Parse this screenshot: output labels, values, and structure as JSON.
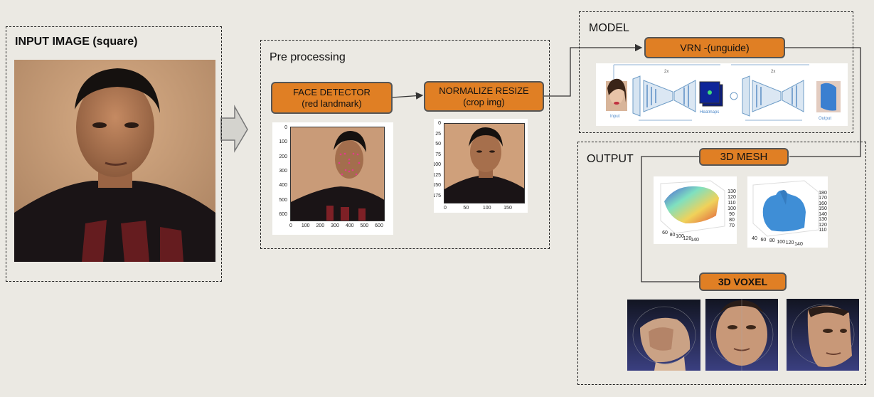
{
  "input": {
    "title": "INPUT IMAGE (square)"
  },
  "preprocessing": {
    "title": "Pre processing",
    "face_detector": {
      "line1": "FACE DETECTOR",
      "line2": "(red landmark)"
    },
    "normalize": {
      "line1": "NORMALIZE RESIZE",
      "line2": "(crop img)"
    },
    "plot1": {
      "yticks": [
        "0",
        "100",
        "200",
        "300",
        "400",
        "500",
        "600"
      ],
      "xticks": [
        "0",
        "100",
        "200",
        "300",
        "400",
        "500",
        "600"
      ]
    },
    "plot2": {
      "yticks": [
        "0",
        "25",
        "50",
        "75",
        "100",
        "125",
        "150",
        "175"
      ],
      "xticks": [
        "0",
        "50",
        "100",
        "150"
      ]
    }
  },
  "model": {
    "title": "MODEL",
    "vrn_label": "VRN -(unguide)",
    "diagram": {
      "input": "Input",
      "heatmaps": "Heatmaps",
      "output": "Output",
      "top1": "2x",
      "top2": "2x"
    }
  },
  "output": {
    "title": "OUTPUT",
    "mesh_label": "3D MESH",
    "voxel_label": "3D VOXEL",
    "mesh1_zticks": [
      "130",
      "120",
      "110",
      "100",
      "90",
      "80",
      "70"
    ],
    "mesh1_xticks": [
      "60",
      "80",
      "100",
      "120",
      "140"
    ],
    "mesh2_zticks": [
      "180",
      "170",
      "160",
      "150",
      "140",
      "130",
      "120",
      "110"
    ],
    "mesh2_xticks": [
      "40",
      "60",
      "80",
      "100",
      "120",
      "140"
    ]
  },
  "colors": {
    "orange": "#e07f24",
    "background": "#ebe9e3"
  }
}
